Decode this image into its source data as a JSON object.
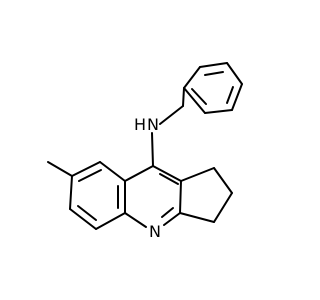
{
  "molecule": {
    "atom_labels": {
      "amine_nitrogen": "N",
      "amine_hydrogen": "H",
      "ring_nitrogen": "N"
    },
    "colors": {
      "background": "#ffffff",
      "bond": "#000000",
      "text": "#000000"
    }
  }
}
